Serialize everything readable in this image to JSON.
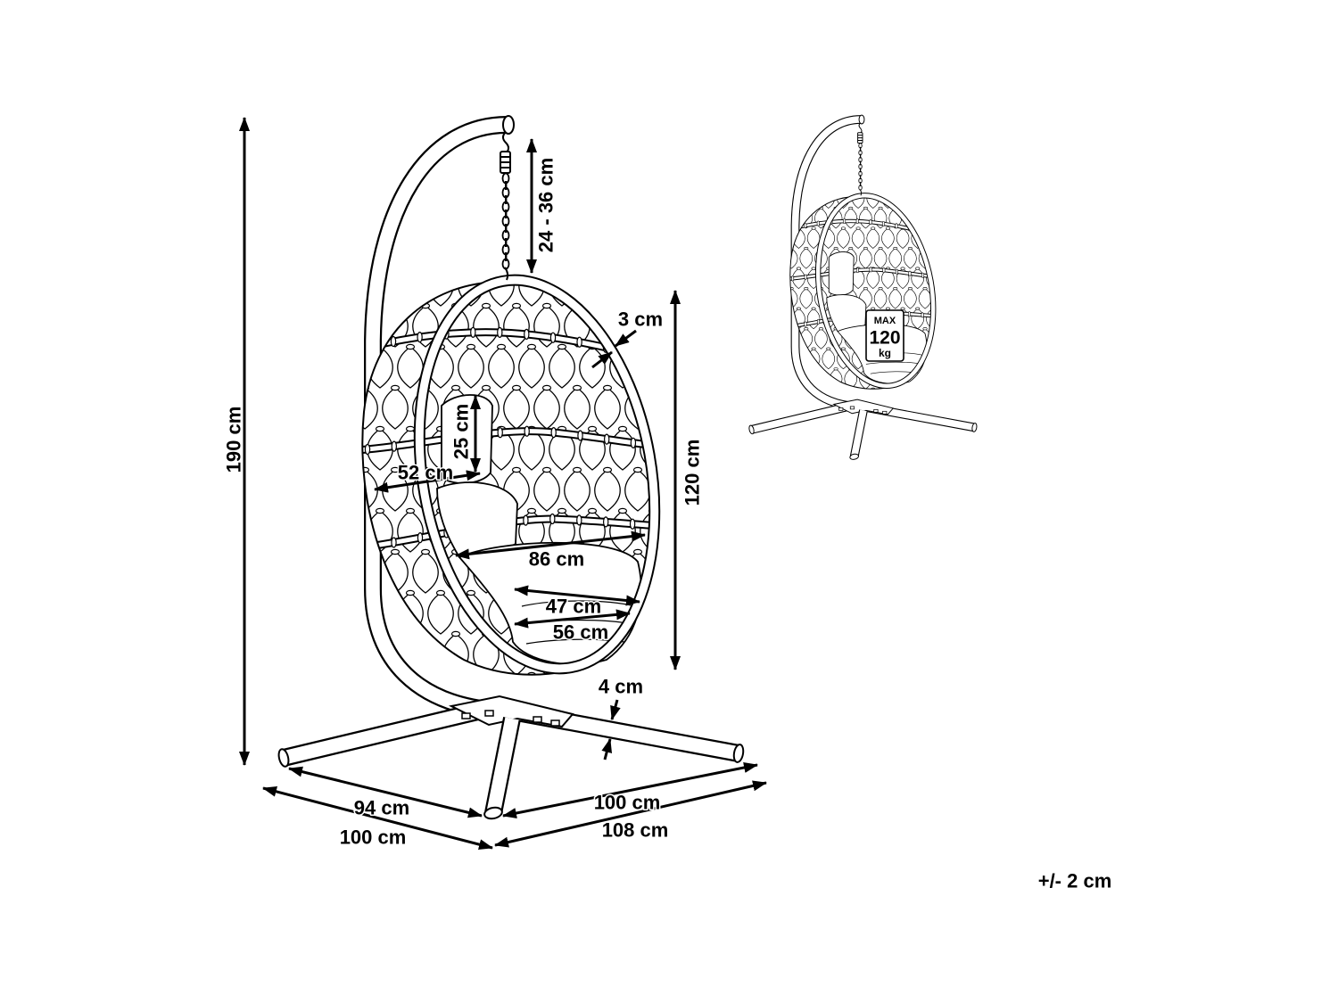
{
  "dimensions": {
    "overall_height": "190 cm",
    "chain_length": "24 - 36 cm",
    "frame_thickness": "3 cm",
    "seat_height": "120 cm",
    "backrest_height": "25 cm",
    "inner_depth": "52 cm",
    "seat_width": "86 cm",
    "cushion_width": "47 cm",
    "seat_depth": "56 cm",
    "tube_diameter": "4 cm",
    "base_left_inner": "94 cm",
    "base_left_outer": "100 cm",
    "base_right_inner": "100 cm",
    "base_right_outer": "108 cm"
  },
  "tolerance": "+/- 2 cm",
  "load_tag": {
    "label": "MAX",
    "value": "120",
    "unit": "kg"
  },
  "colors": {
    "line": "#000000",
    "background": "#ffffff"
  }
}
